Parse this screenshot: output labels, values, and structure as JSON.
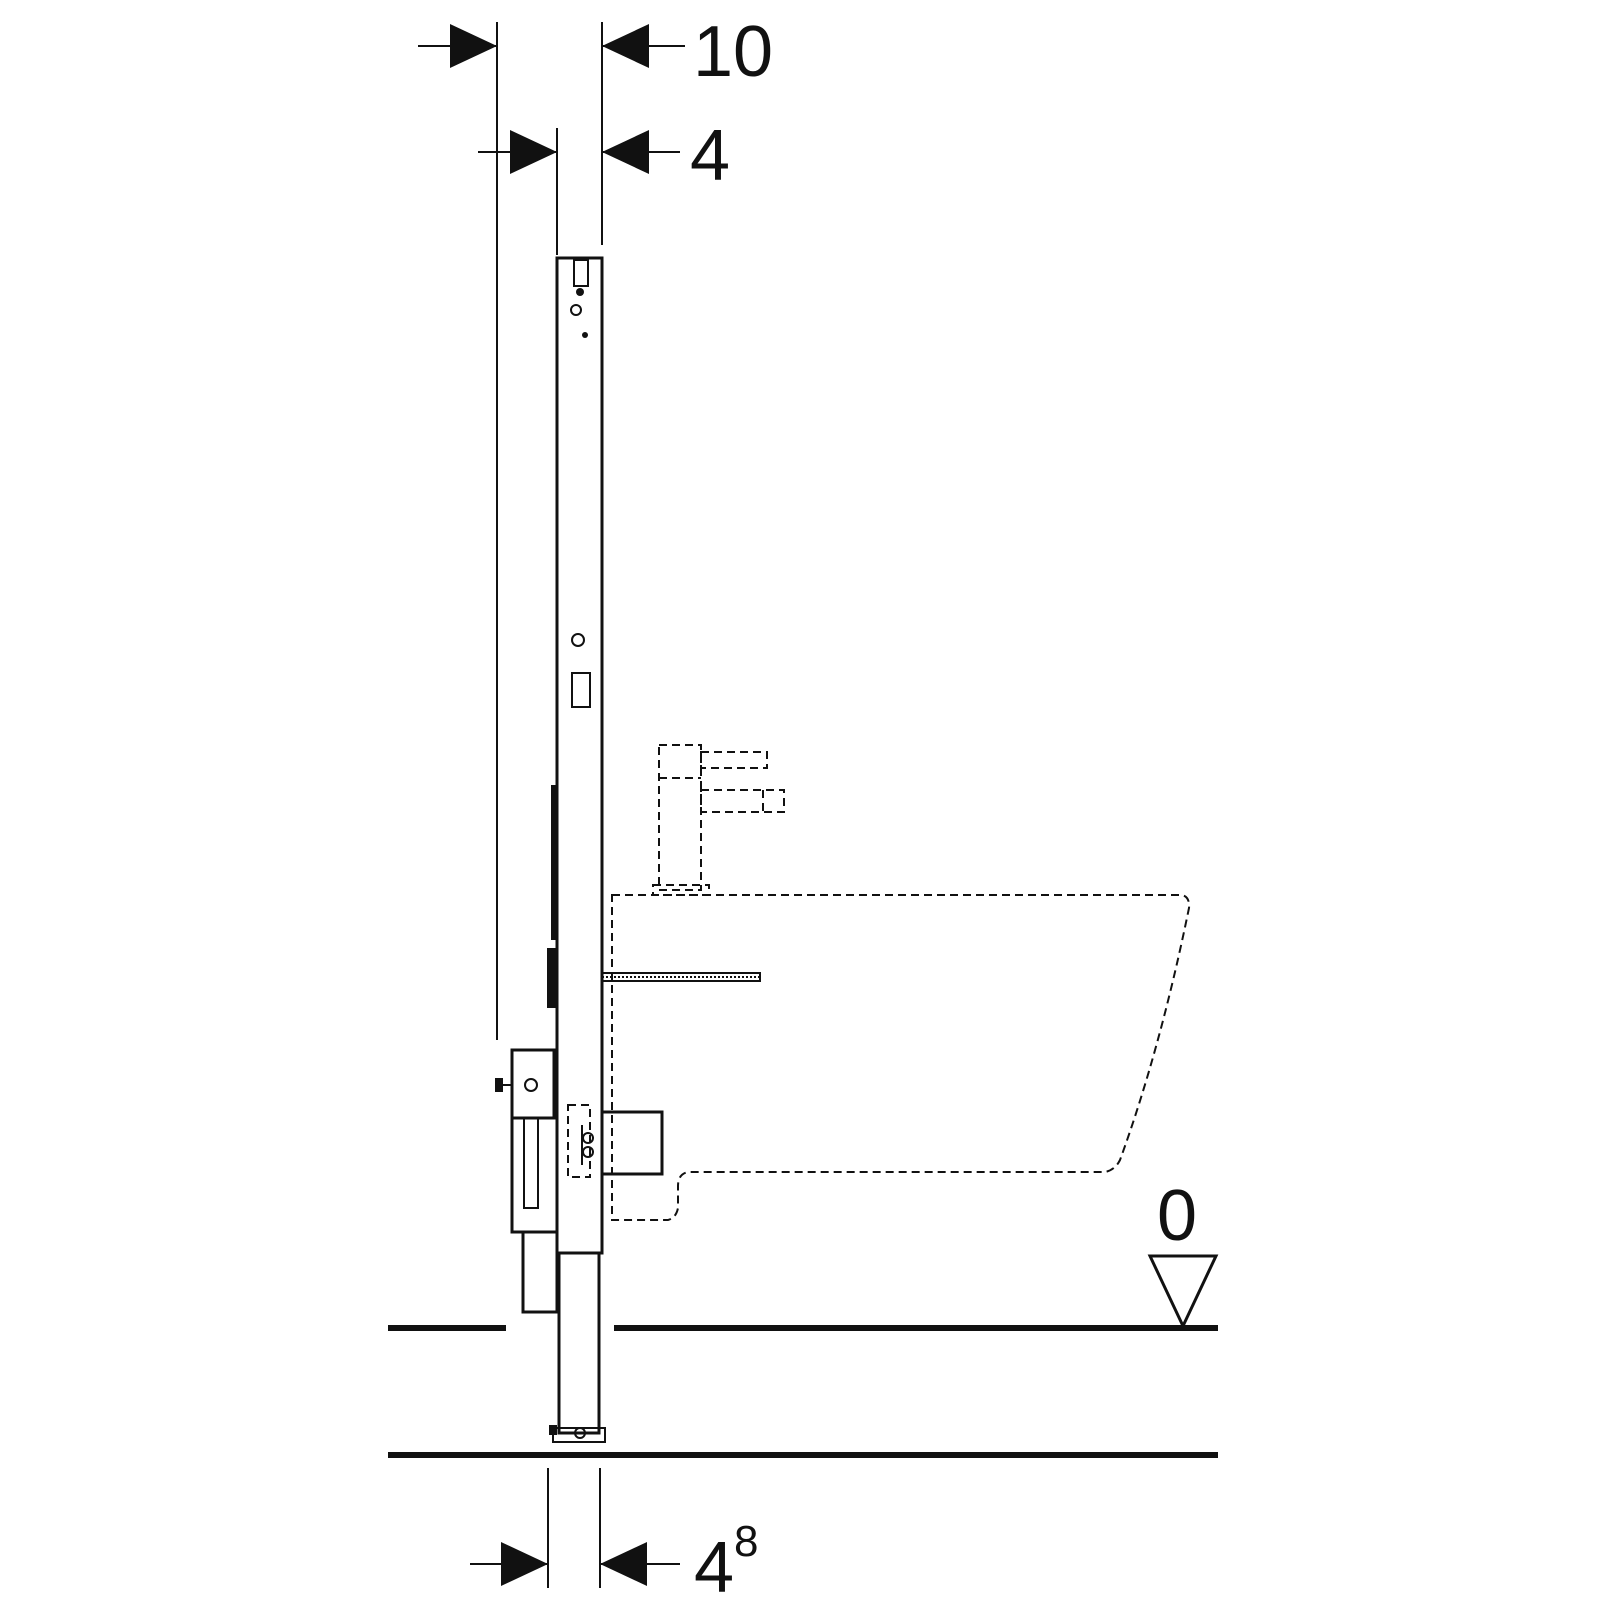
{
  "dimensions": {
    "top_width": "10",
    "frame_depth": "4",
    "foot_width_base": "4",
    "foot_width_sup": "8",
    "floor_level": "0"
  },
  "colors": {
    "line": "#111111",
    "background": "#ffffff"
  },
  "icons": {
    "arrow": "filled-triangle-arrow",
    "level_marker": "open-down-triangle"
  }
}
